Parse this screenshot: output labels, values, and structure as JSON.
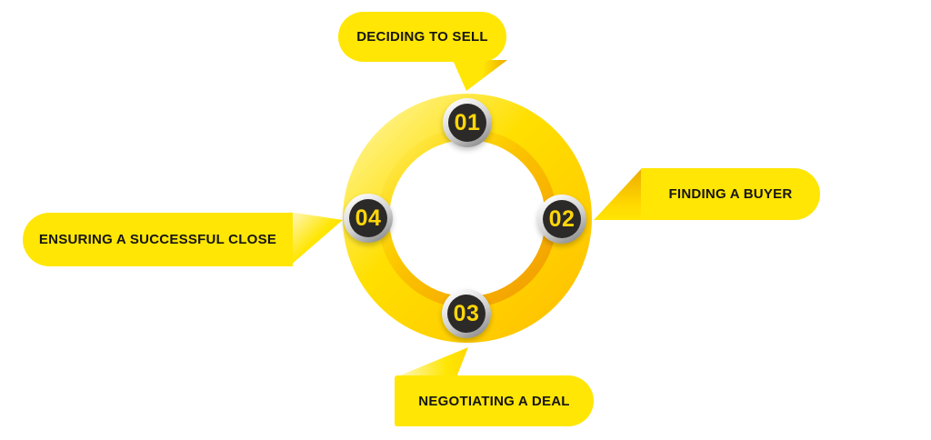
{
  "colors": {
    "background": "#ffffff",
    "bubble_yellow": "#FFE604",
    "label_text": "#171513",
    "badge_dark": "#2B2A28",
    "badge_number": "#FFD60A",
    "badge_ring_light": "#FBFBFB",
    "badge_ring_mid": "#CFCFCF",
    "badge_ring_dark": "#8A8A8A",
    "ring_pale": "#FFF38C",
    "ring_main": "#FFDF00",
    "ring_deep": "#FFC200",
    "ring_inner_shadow": "#F09A00",
    "tail_amber": "#EDAB00",
    "tail_pale": "#FFF8C9"
  },
  "diagram": {
    "type": "cycle",
    "steps": [
      {
        "number": "01",
        "label": "DECIDING TO SELL",
        "position": "top"
      },
      {
        "number": "02",
        "label": "FINDING A BUYER",
        "position": "right"
      },
      {
        "number": "03",
        "label": "NEGOTIATING A DEAL",
        "position": "bottom"
      },
      {
        "number": "04",
        "label": "ENSURING A SUCCESSFUL CLOSE",
        "position": "left"
      }
    ]
  }
}
